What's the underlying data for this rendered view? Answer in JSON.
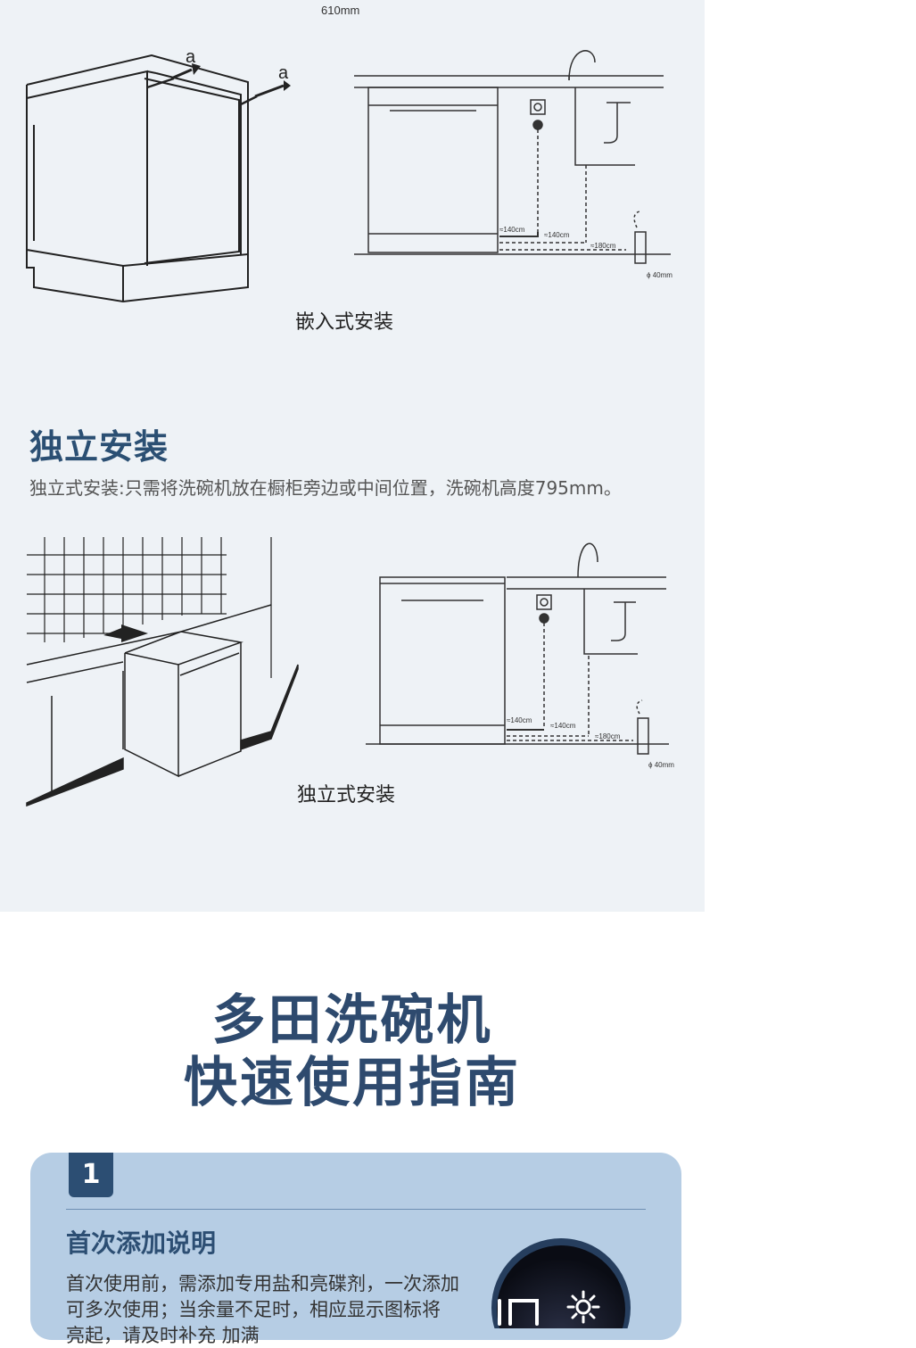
{
  "install": {
    "top_dim_label": "610mm",
    "arrow_label_a": "a",
    "embedded_caption": "嵌入式安装",
    "freestanding_title": "独立安装",
    "freestanding_desc": "独立式安装:只需将洗碗机放在橱柜旁边或中间位置，洗碗机高度795mm。",
    "freestanding_caption": "独立式安装",
    "dims": {
      "d1": "≈140cm",
      "d2": "≈140cm",
      "d3": "≈180cm",
      "pipe": "ϕ 40mm"
    }
  },
  "guide": {
    "title_line1": "多田洗碗机",
    "title_line2": "快速使用指南",
    "step_number": "1",
    "step_title": "首次添加说明",
    "step_text_line1": "首次使用前，需添加专用盐和亮碟剂，一次添加",
    "step_text_line2": "可多次使用；当余量不足时，相应显示图标将",
    "step_text_line3": "亮起，请及时补充 加满"
  }
}
